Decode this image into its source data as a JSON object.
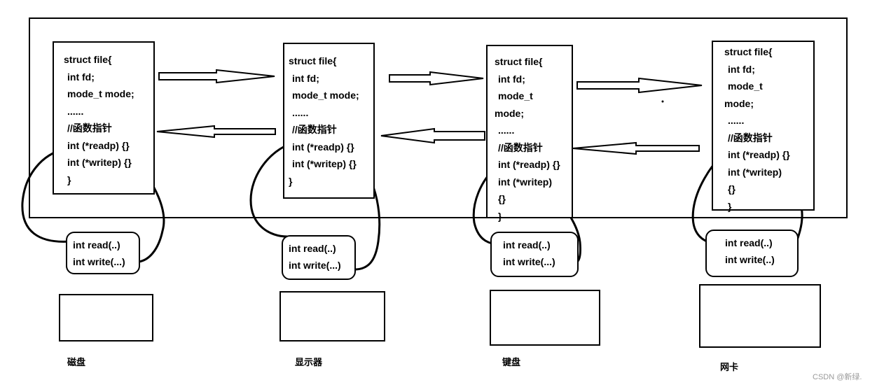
{
  "columns": [
    {
      "id": "disk",
      "file_struct": [
        "struct file{",
        "int fd;",
        "mode_t mode;",
        "......",
        "//函数指针",
        "int (*readp) {}",
        "int (*writep) {}",
        "}"
      ],
      "functions": [
        "int read(..)",
        "int write(...)"
      ],
      "device_label": "磁盘"
    },
    {
      "id": "display",
      "file_struct": [
        "struct file{",
        "int fd;",
        "mode_t mode;",
        "......",
        "//函数指针",
        "int (*readp) {}",
        "int (*writep) {}",
        "}"
      ],
      "functions": [
        "int read(..)",
        "int write(...)"
      ],
      "device_label": "显示器"
    },
    {
      "id": "keyboard",
      "file_struct": [
        "struct file{",
        "int fd;",
        "mode_t",
        "mode;",
        "......",
        "//函数指针",
        "int (*readp) {}",
        "int (*writep)",
        "{}",
        "}"
      ],
      "functions": [
        "int read(..)",
        "int write(...)"
      ],
      "device_label": "键盘"
    },
    {
      "id": "nic",
      "file_struct": [
        "struct file{",
        "int fd;",
        "mode_t",
        "mode;",
        "......",
        "//函数指针",
        "int (*readp) {}",
        "int (*writep)",
        "{}",
        "}"
      ],
      "functions": [
        "int read(..)",
        "int write(..)"
      ],
      "device_label": "网卡"
    }
  ],
  "watermark": "CSDN @新绿."
}
